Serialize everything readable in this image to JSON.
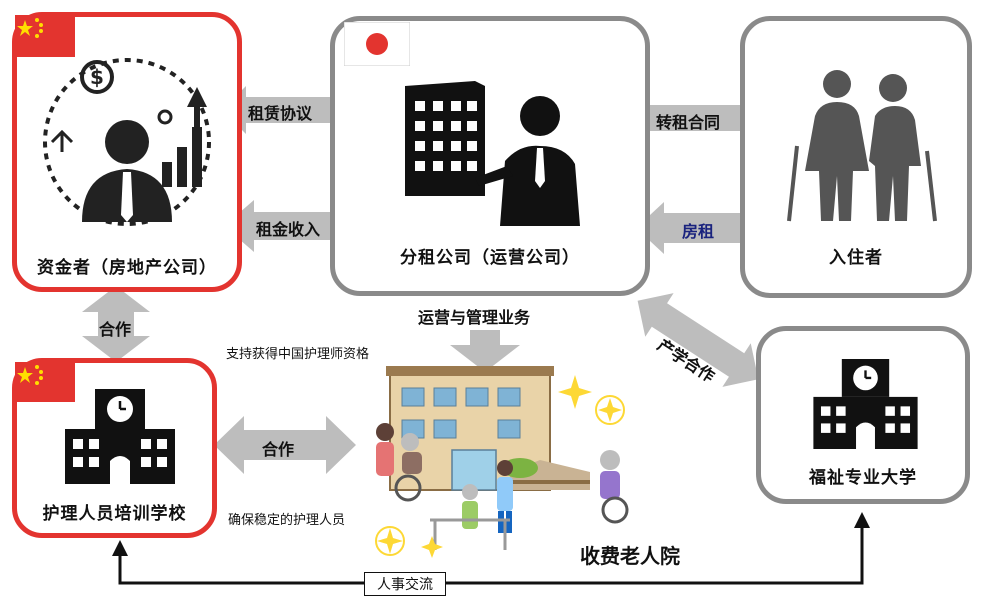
{
  "boxes": {
    "investor": "资金者（房地产公司）",
    "sublease": "分租公司（运营公司）",
    "residents": "入住者",
    "school": "护理人员培训学校",
    "university": "福祉专业大学"
  },
  "arrows": {
    "lease": "租赁协议",
    "rent_income": "租金收入",
    "sublease_contract": "转租合同",
    "rent": "房租",
    "cooperation_left": "合作",
    "cooperation_mid": "合作",
    "operation": "运营与管理业务",
    "industry_academia": "产学合作",
    "personnel_exchange": "人事交流"
  },
  "notes": {
    "qualification": "支持获得中国护理师资格",
    "staff": "确保稳定的护理人员"
  },
  "facility": {
    "name": "收费老人院"
  },
  "colors": {
    "red": "#e3342f",
    "gray": "#8a8a8a",
    "arrow": "#bdbdbd",
    "rent_text": "#1a237e"
  }
}
